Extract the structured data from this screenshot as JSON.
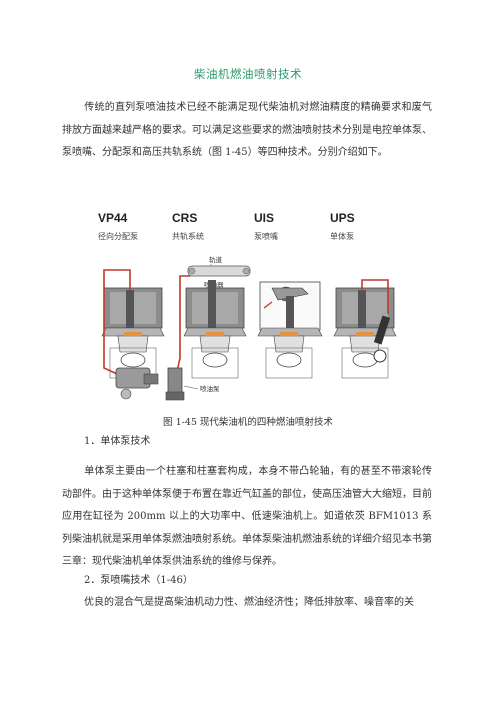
{
  "title": "柴油机燃油喷射技术",
  "intro": "传统的直列泵喷油技术已经不能满足现代柴油机对燃油精度的精确要求和废气排放方面越来越严格的要求。可以满足这些要求的燃油喷射技术分别是电控单体泵、泵喷嘴、分配泵和高压共轨系统（图 1-45）等四种技术。分别介绍如下。",
  "figure": {
    "systems": [
      {
        "name": "VP44",
        "label": "径向分配泵"
      },
      {
        "name": "CRS",
        "label": "共轨系统"
      },
      {
        "name": "UIS",
        "label": "泵喷嘴"
      },
      {
        "name": "UPS",
        "label": "单体泵"
      }
    ],
    "rail_label": "轨道",
    "injector_label": "喷油器",
    "pump_label": "喷油泵",
    "caption": "图 1-45  现代柴油机的四种燃油喷射技术"
  },
  "section1": {
    "heading": "1．单体泵技术",
    "body": "单体泵主要由一个柱塞和柱塞套构成，本身不带凸轮轴，有的甚至不带滚轮传动部件。由于这种单体泵便于布置在靠近气缸盖的部位，使高压油管大大缩短，目前应用在缸径为 200mm 以上的大功率中、低速柴油机上。如道依茨 BFM1013 系列柴油机就是采用单体泵燃油喷射系统。单体泵柴油机燃油系统的详细介绍见本书第三章：现代柴油机单体泵供油系统的维修与保养。"
  },
  "section2": {
    "heading": "2．泵喷嘴技术（1-46）",
    "body": "优良的混合气是提高柴油机动力性、燃油经济性；降低排放率、噪音率的关"
  }
}
